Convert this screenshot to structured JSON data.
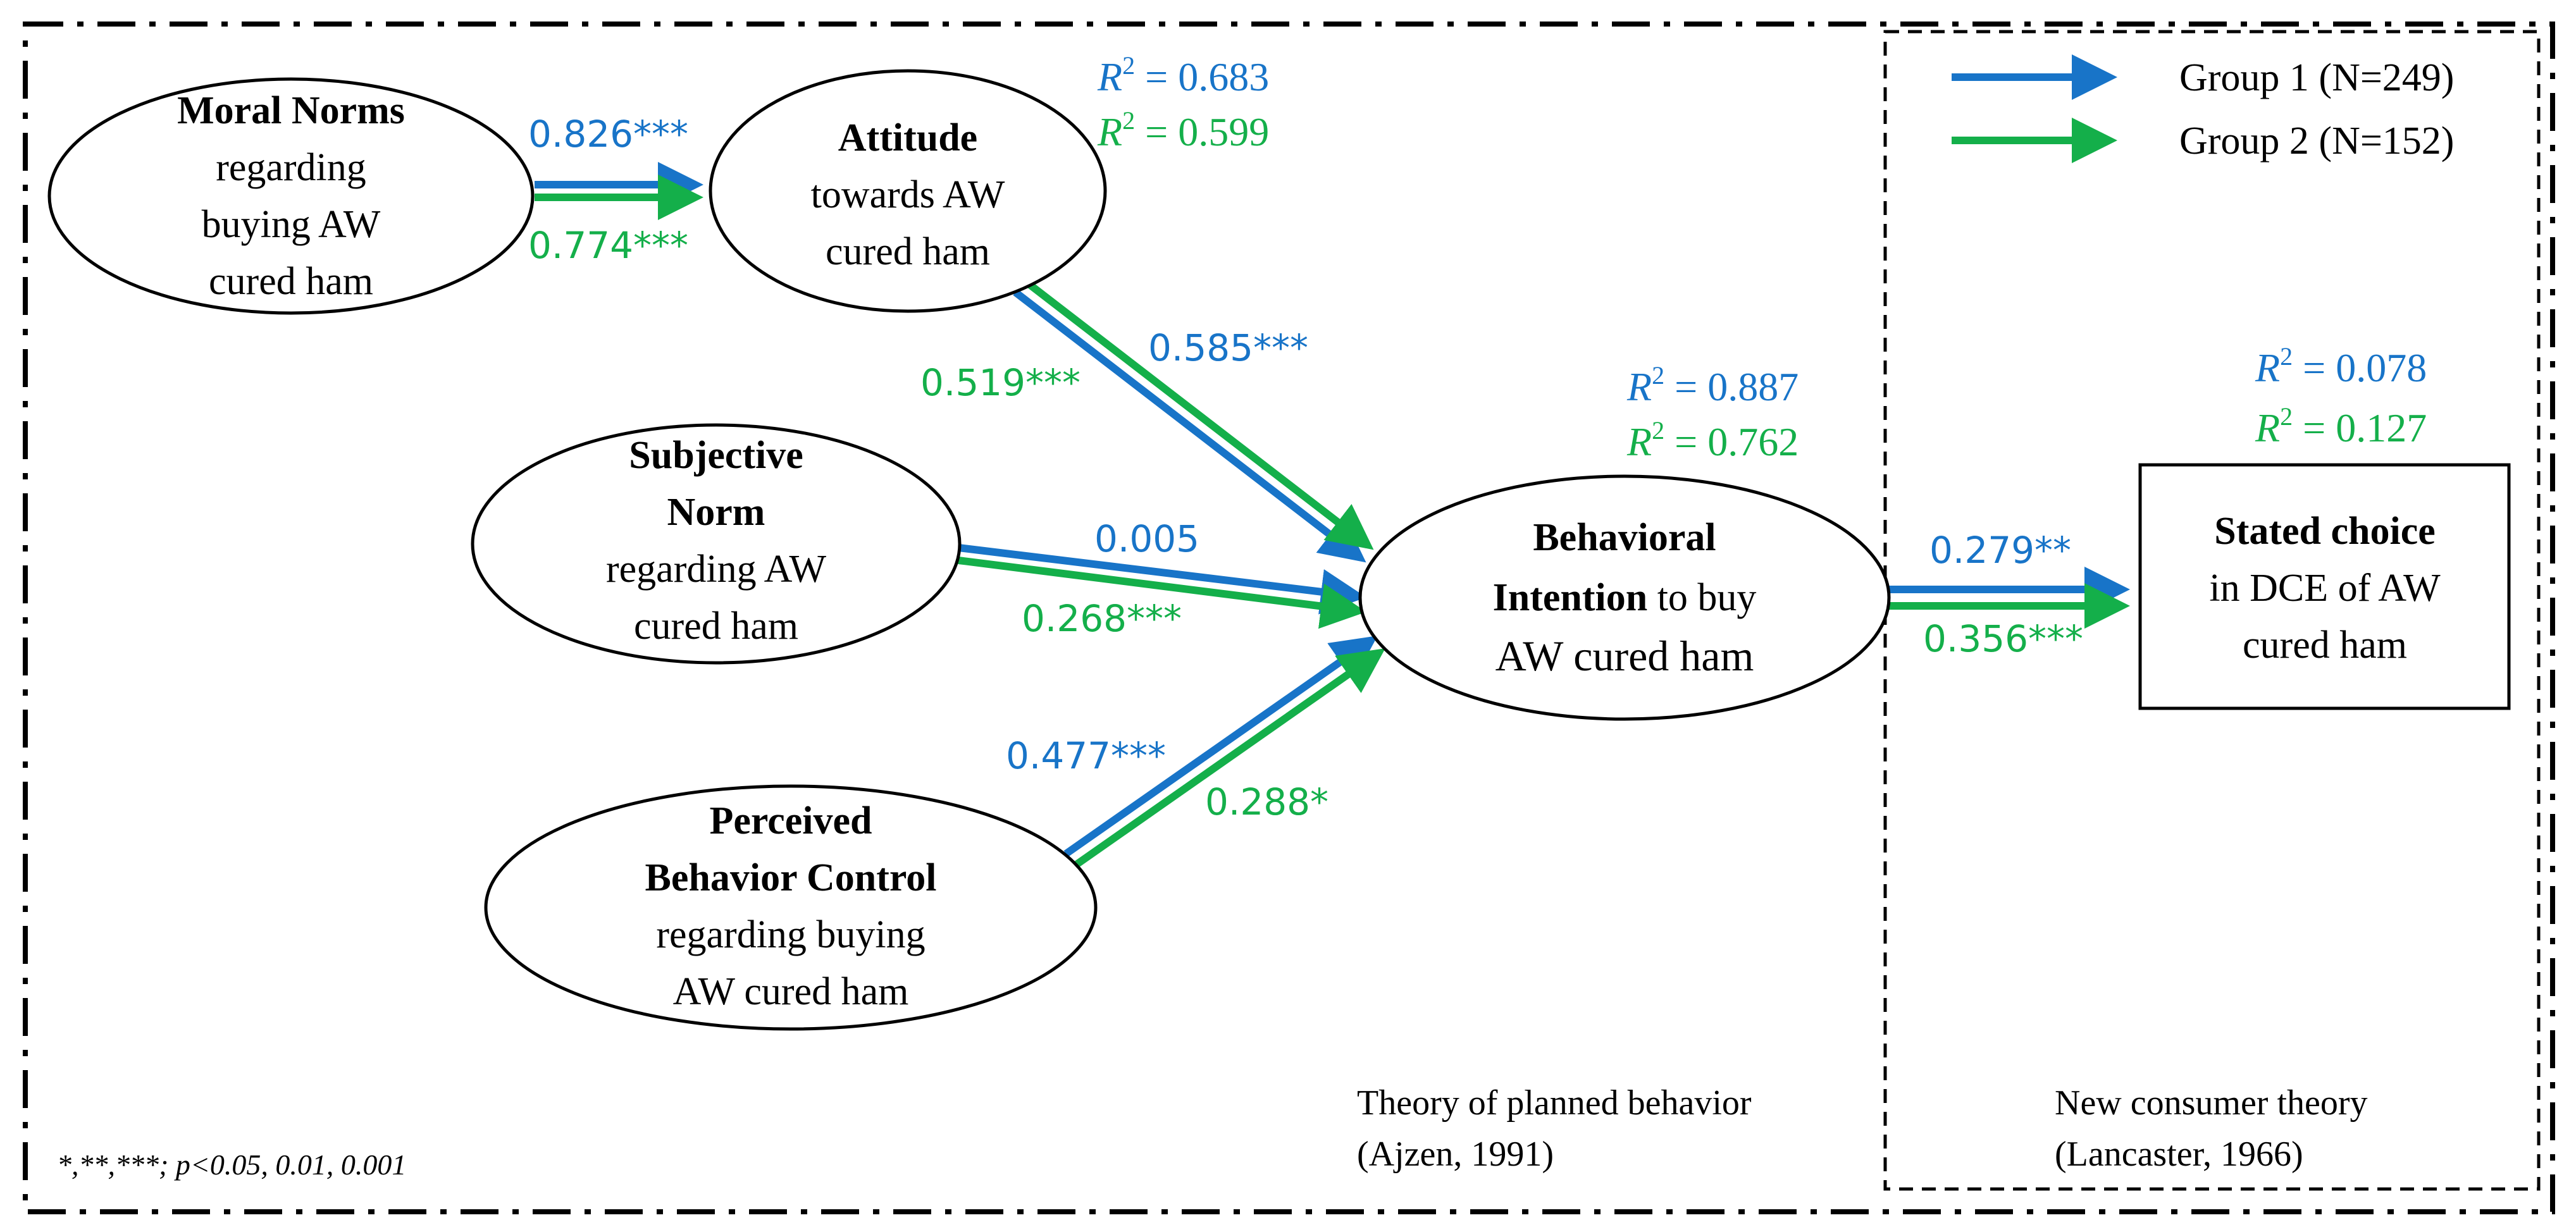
{
  "colors": {
    "group1": "#1874C8",
    "group2": "#14AF4A",
    "frame": "#000000"
  },
  "legend": [
    {
      "label": "Group 1 (N=249)",
      "color": "#1874C8"
    },
    {
      "label": "Group 2 (N=152)",
      "color": "#14AF4A"
    }
  ],
  "nodes": {
    "moral": {
      "title": "Moral Norms",
      "lines": [
        "regarding",
        "buying AW",
        "cured ham"
      ]
    },
    "attitude": {
      "title": "Attitude",
      "lines": [
        "towards AW",
        "cured ham"
      ]
    },
    "subjective": {
      "title1": "Subjective",
      "title2": "Norm",
      "lines": [
        "regarding AW",
        "cured ham"
      ]
    },
    "pbc": {
      "title1": "Perceived",
      "title2": "Behavior Control",
      "lines": [
        "regarding buying",
        "AW cured ham"
      ]
    },
    "intention": {
      "title1": "Behavioral",
      "title2": "Intention",
      "rest2": " to buy",
      "line3": "AW cured ham"
    },
    "choice": {
      "title": "Stated choice",
      "lines": [
        "in DCE of AW",
        "cured ham"
      ]
    }
  },
  "coefficients": {
    "moral_attitude": {
      "g1": "0.826***",
      "g2": "0.774***"
    },
    "attitude_intention": {
      "g1": "0.585***",
      "g2": "0.519***"
    },
    "subjective_intention": {
      "g1": "0.005",
      "g2": "0.268***"
    },
    "pbc_intention": {
      "g1": "0.477***",
      "g2": "0.288*"
    },
    "intention_choice": {
      "g1": "0.279**",
      "g2": "0.356***"
    }
  },
  "r_squared": {
    "attitude": {
      "g1": "0.683",
      "g2": "0.599"
    },
    "intention": {
      "g1": "0.887",
      "g2": "0.762"
    },
    "choice": {
      "g1": "0.078",
      "g2": "0.127"
    }
  },
  "theories": {
    "tpb": {
      "line1": "Theory of planned behavior",
      "line2": "(Ajzen, 1991)"
    },
    "nct": {
      "line1": "New consumer theory",
      "line2": "(Lancaster, 1966)"
    }
  },
  "footnote": "*,**,***; p<0.05, 0.01, 0.001"
}
